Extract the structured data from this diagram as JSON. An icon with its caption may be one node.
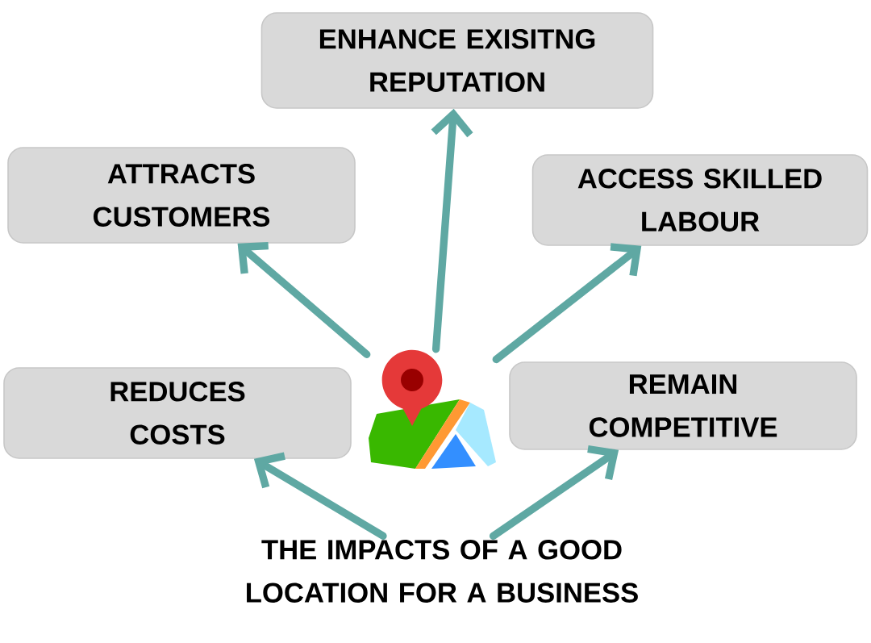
{
  "diagram": {
    "nodes": [
      {
        "text": [
          "ENHANCE EXISITNG REPUTATION"
        ]
      },
      {
        "text": [
          "ATTRACTS CUSTOMERS"
        ]
      },
      {
        "text": [
          "ACCESS SKILLED LABOUR"
        ]
      },
      {
        "text": [
          "REDUCES COSTS"
        ]
      },
      {
        "text": [
          "REMAIN COMPETITIVE"
        ]
      },
      {
        "text": [],
        "shape": "picture"
      },
      {
        "text": [
          "THE IMPACTS OF A GOOD LOCATION FOR A BUSINESS"
        ]
      }
    ],
    "edges": [
      {
        "from": 5,
        "to": 1,
        "arrow": "to"
      },
      {
        "from": 5,
        "to": 0,
        "arrow": "to"
      },
      {
        "from": 5,
        "to": 2,
        "arrow": "to"
      },
      {
        "from": 6,
        "to": 3,
        "arrow": "to"
      },
      {
        "from": 6,
        "to": 4,
        "arrow": "to"
      }
    ]
  }
}
